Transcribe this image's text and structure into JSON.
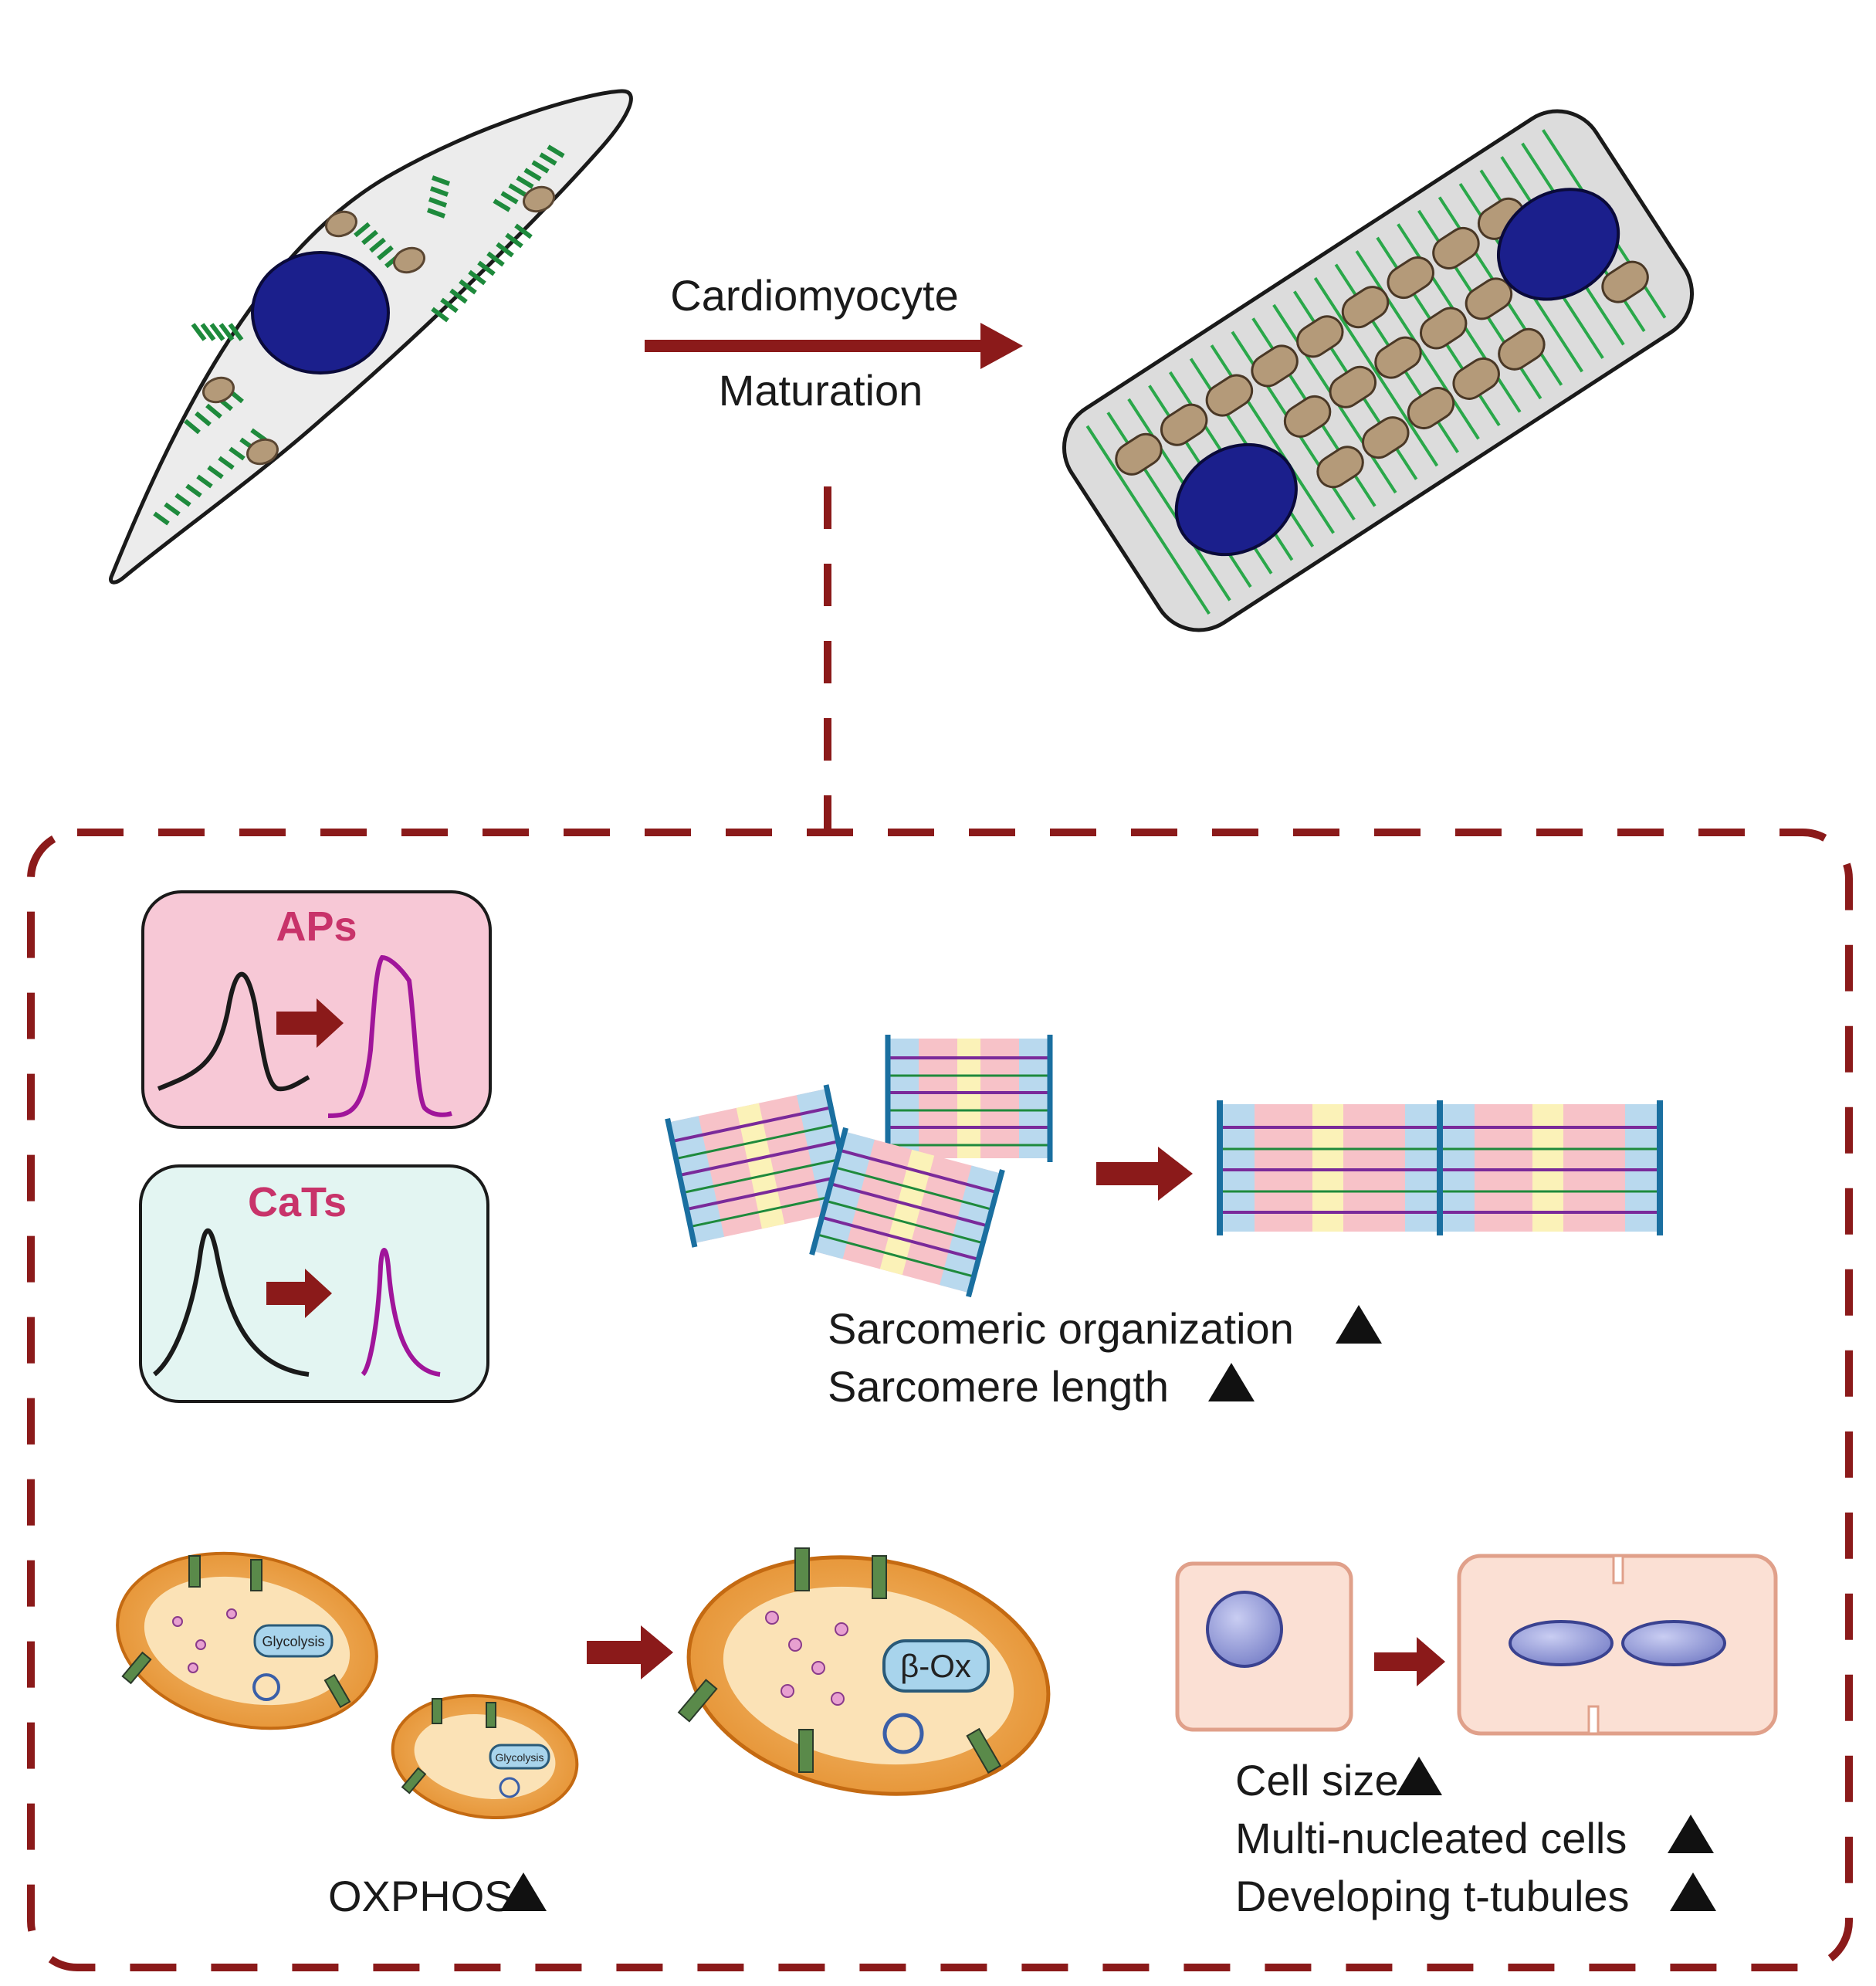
{
  "arrow_label": {
    "line1": "Cardiomyocyte",
    "line2": "Maturation"
  },
  "panels": {
    "aps_title": "APs",
    "cats_title": "CaTs"
  },
  "mitochondria": {
    "glycolysis_label": "Glycolysis",
    "beta_ox_label": "β-Ox"
  },
  "captions": {
    "sarcomeric_organization": "Sarcomeric organization",
    "sarcomere_length": "Sarcomere length",
    "oxphos": "OXPHOS",
    "cell_size": "Cell size",
    "multi_nucleated": "Multi-nucleated cells",
    "t_tubules": "Developing t-tubules"
  },
  "colors": {
    "accent_dark_red": "#8b1a1a",
    "nucleus_blue": "#1b1f8c",
    "myofibril_green": "#1e8a3c",
    "mitochondria_brown": "#b49a79",
    "ap_panel_pink": "#f7c8d6",
    "cat_panel_cyan": "#e3f5f2",
    "trace_magenta": "#a0159a",
    "mito_orange": "#f0a64a"
  },
  "icons": [
    "increase-triangle-icon",
    "right-arrow-icon"
  ]
}
